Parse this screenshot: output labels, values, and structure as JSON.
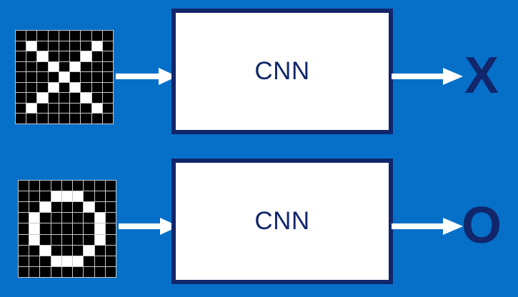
{
  "figure": {
    "background_color": "#0670c8",
    "accent_navy": "#11266b",
    "box_fill": "#ffffff",
    "grid_on_color": "#ffffff",
    "grid_off_color": "#000000",
    "gridline_color": "#c8c8c8"
  },
  "rows": [
    {
      "id": "x",
      "input_label": "x-pixel-grid",
      "grid": {
        "cols": 9,
        "rows": 9,
        "pattern": [
          [
            0,
            0,
            0,
            0,
            0,
            0,
            0,
            0,
            0
          ],
          [
            0,
            1,
            0,
            0,
            0,
            0,
            0,
            1,
            0
          ],
          [
            0,
            0,
            1,
            0,
            0,
            0,
            1,
            0,
            0
          ],
          [
            0,
            0,
            0,
            1,
            0,
            1,
            0,
            0,
            0
          ],
          [
            0,
            0,
            0,
            0,
            1,
            0,
            0,
            0,
            0
          ],
          [
            0,
            0,
            0,
            1,
            0,
            1,
            0,
            0,
            0
          ],
          [
            0,
            0,
            1,
            0,
            0,
            0,
            1,
            0,
            0
          ],
          [
            0,
            1,
            0,
            0,
            0,
            0,
            0,
            1,
            0
          ],
          [
            0,
            0,
            0,
            0,
            0,
            0,
            0,
            0,
            0
          ]
        ]
      },
      "model_label": "CNN",
      "output_label": "X"
    },
    {
      "id": "o",
      "input_label": "o-pixel-grid",
      "grid": {
        "cols": 9,
        "rows": 9,
        "pattern": [
          [
            0,
            0,
            0,
            0,
            0,
            0,
            0,
            0,
            0
          ],
          [
            0,
            0,
            0,
            1,
            1,
            1,
            0,
            0,
            0
          ],
          [
            0,
            0,
            1,
            0,
            0,
            0,
            1,
            0,
            0
          ],
          [
            0,
            1,
            0,
            0,
            0,
            0,
            0,
            1,
            0
          ],
          [
            0,
            1,
            0,
            0,
            0,
            0,
            0,
            1,
            0
          ],
          [
            0,
            1,
            0,
            0,
            0,
            0,
            0,
            1,
            0
          ],
          [
            0,
            0,
            1,
            0,
            0,
            0,
            1,
            0,
            0
          ],
          [
            0,
            0,
            0,
            1,
            1,
            1,
            0,
            0,
            0
          ],
          [
            0,
            0,
            0,
            0,
            0,
            0,
            0,
            0,
            0
          ]
        ]
      },
      "model_label": "CNN",
      "output_label": "O"
    }
  ]
}
